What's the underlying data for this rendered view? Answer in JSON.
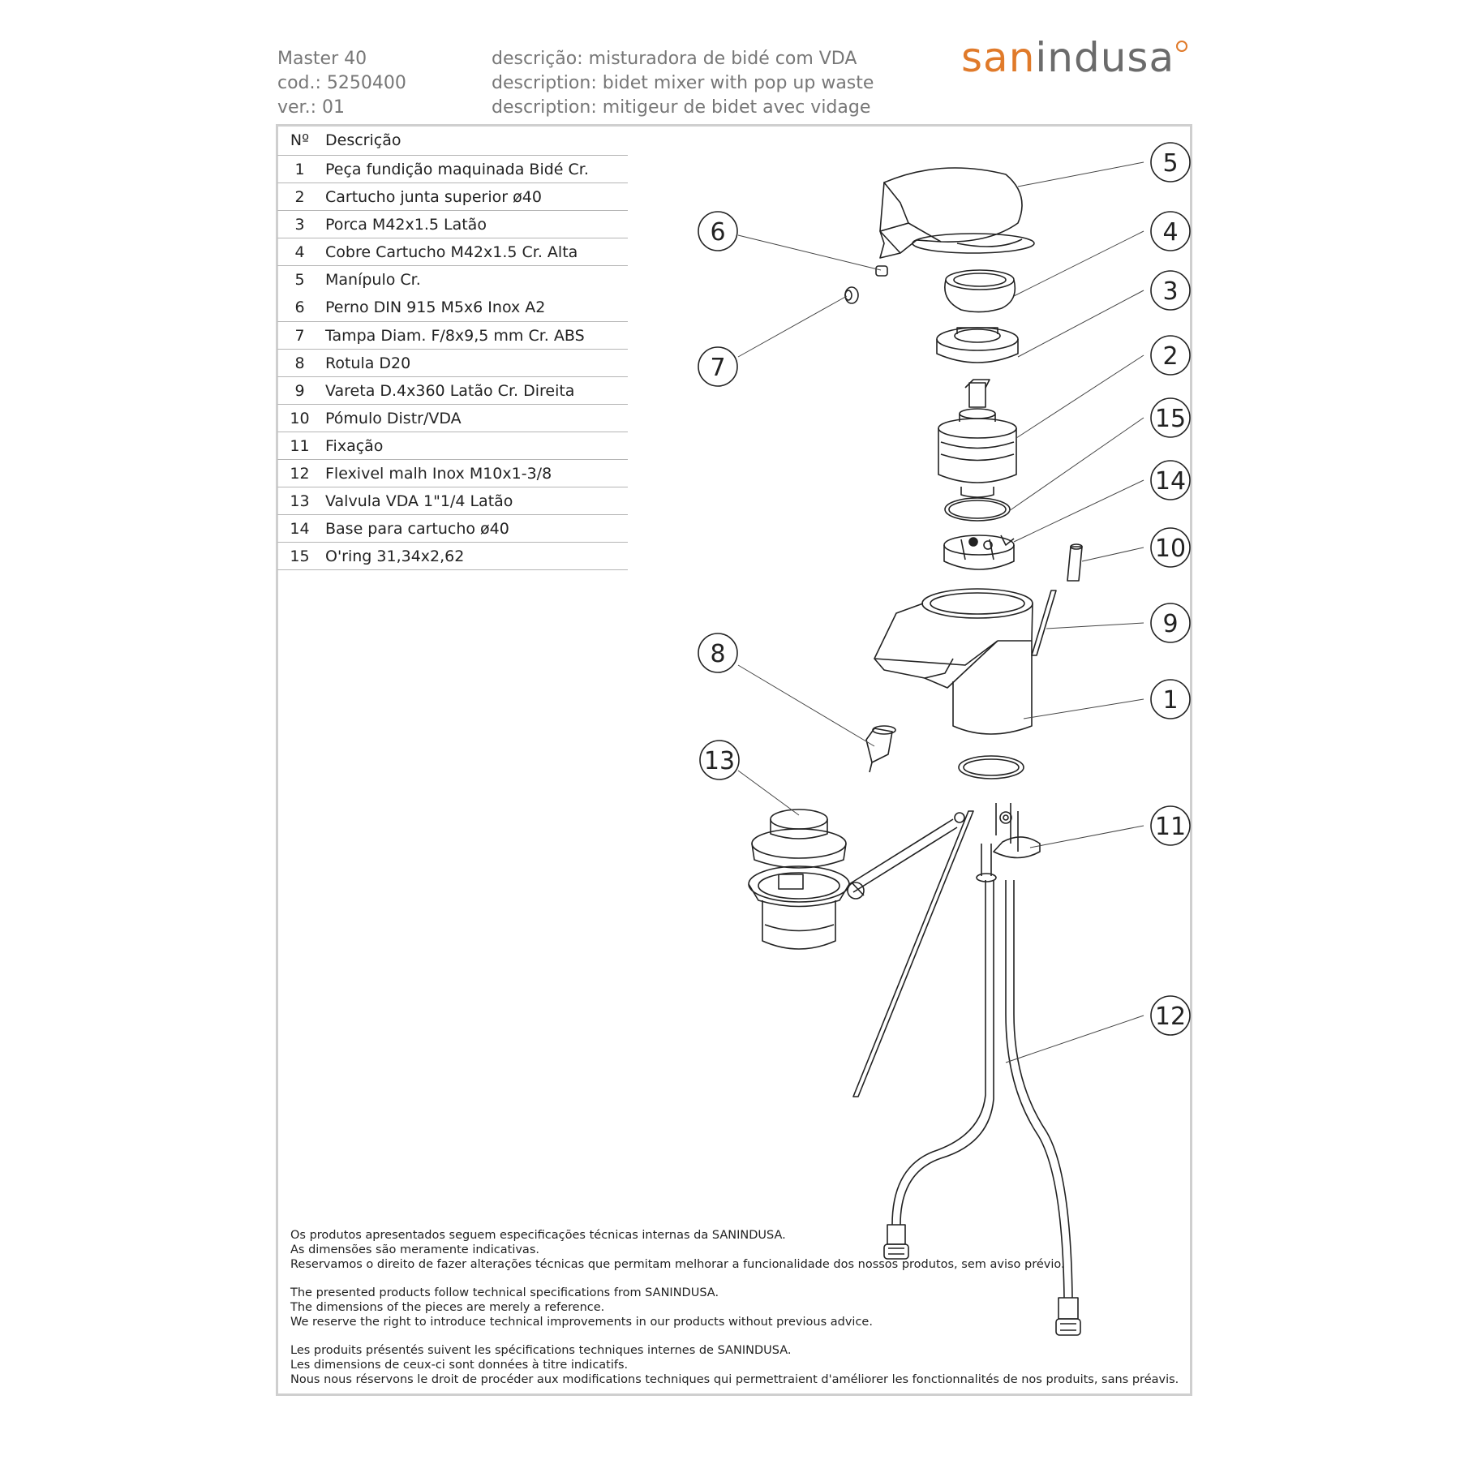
{
  "header": {
    "model": "Master 40",
    "code": "cod.: 5250400",
    "version": "ver.: 01",
    "desc_pt": "descrição: misturadora de bidé com VDA",
    "desc_en": "description: bidet mixer with pop up waste",
    "desc_fr": "description: mitigeur de bidet avec vidage"
  },
  "logo": {
    "part1": "san",
    "part2": "indusa",
    "color_primary": "#e07a2a",
    "color_secondary": "#6b6b6b"
  },
  "table": {
    "col_number": "Nº",
    "col_description": "Descrição",
    "rows": [
      {
        "n": "1",
        "desc": "Peça fundição maquinada Bidé Cr."
      },
      {
        "n": "2",
        "desc": "Cartucho junta superior ø40"
      },
      {
        "n": "3",
        "desc": "Porca M42x1.5 Latão"
      },
      {
        "n": "4",
        "desc": "Cobre Cartucho M42x1.5 Cr. Alta"
      },
      {
        "n": "5",
        "desc": "Manípulo Cr."
      },
      {
        "n": "6",
        "desc": "Perno DIN 915 M5x6 Inox A2"
      },
      {
        "n": "7",
        "desc": "Tampa Diam. F/8x9,5 mm Cr. ABS"
      },
      {
        "n": "8",
        "desc": "Rotula D20"
      },
      {
        "n": "9",
        "desc": "Vareta D.4x360 Latão Cr. Direita"
      },
      {
        "n": "10",
        "desc": "Pómulo Distr/VDA"
      },
      {
        "n": "11",
        "desc": "Fixação"
      },
      {
        "n": "12",
        "desc": "Flexivel malh Inox M10x1-3/8"
      },
      {
        "n": "13",
        "desc": "Valvula VDA 1\"1/4 Latão"
      },
      {
        "n": "14",
        "desc": "Base para cartucho ø40"
      },
      {
        "n": "15",
        "desc": "O'ring 31,34x2,62"
      }
    ]
  },
  "callouts": [
    "5",
    "6",
    "4",
    "3",
    "7",
    "2",
    "15",
    "14",
    "10",
    "9",
    "8",
    "1",
    "13",
    "11",
    "12"
  ],
  "footer": {
    "pt": [
      "Os produtos apresentados seguem especificações técnicas internas da SANINDUSA.",
      "As dimensões são meramente indicativas.",
      "Reservamos o direito de fazer alterações técnicas que permitam melhorar a funcionalidade dos nossos produtos, sem aviso prévio."
    ],
    "en": [
      "The presented products follow technical specifications from SANINDUSA.",
      "The dimensions of the pieces are merely a reference.",
      "We reserve the right to introduce technical improvements in our products without previous advice."
    ],
    "fr": [
      "Les produits présentés suivent les spécifications techniques internes de SANINDUSA.",
      "Les dimensions de ceux-ci sont données à titre indicatifs.",
      "Nous nous réservons le droit de procéder aux modifications techniques qui permettraient d'améliorer les fonctionnalités de nos produits, sans préavis."
    ]
  }
}
